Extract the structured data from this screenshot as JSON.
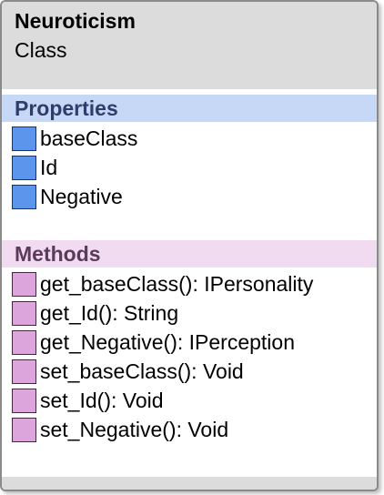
{
  "class": {
    "name": "Neuroticism",
    "stereotype": "Class"
  },
  "colors": {
    "header_bg": "#dcdcdc",
    "properties_header_bg": "#c6d8f6",
    "properties_header_text": "#2e3d6a",
    "methods_header_bg": "#f0dbf0",
    "methods_header_text": "#5b3a5c",
    "property_icon": "#5b95ec",
    "method_icon": "#dca6dc"
  },
  "properties": {
    "title": "Properties",
    "icon": "property-icon",
    "items": [
      {
        "label": "baseClass"
      },
      {
        "label": "Id"
      },
      {
        "label": "Negative"
      }
    ]
  },
  "methods": {
    "title": "Methods",
    "icon": "method-icon",
    "items": [
      {
        "label": "get_baseClass(): IPersonality"
      },
      {
        "label": "get_Id(): String"
      },
      {
        "label": "get_Negative(): IPerception"
      },
      {
        "label": "set_baseClass(): Void"
      },
      {
        "label": "set_Id(): Void"
      },
      {
        "label": "set_Negative(): Void"
      }
    ]
  }
}
